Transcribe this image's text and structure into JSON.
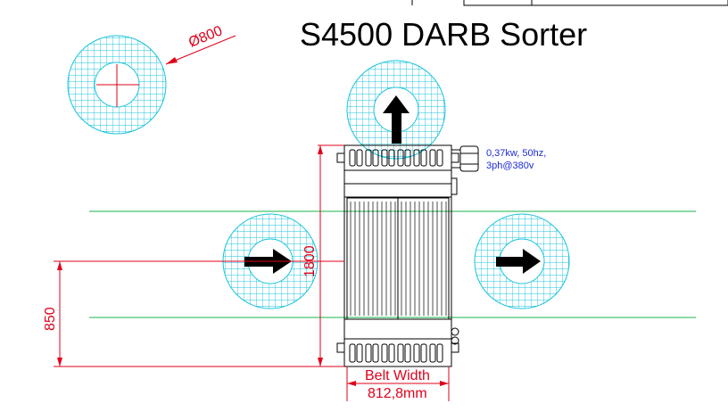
{
  "title": "S4500 DARB Sorter",
  "header_fragment": "",
  "dimensions": {
    "diameter": "Ø800",
    "length": "1800",
    "center_height": "850",
    "belt_width_label": "Belt Width",
    "belt_width_value": "812,8mm"
  },
  "motor": {
    "line1": "0,37kw, 50hz,",
    "line2": "3ph@380v"
  },
  "colors": {
    "dimension": "#e0001a",
    "hatch": "#19c3dc",
    "conveyor_guide": "#19b34a",
    "motor_text": "#1a2bd6",
    "arrow": "#000000"
  },
  "icons": {
    "zone_top": "arrow-up-icon",
    "zone_left": "arrow-right-icon",
    "zone_right": "arrow-right-icon"
  }
}
